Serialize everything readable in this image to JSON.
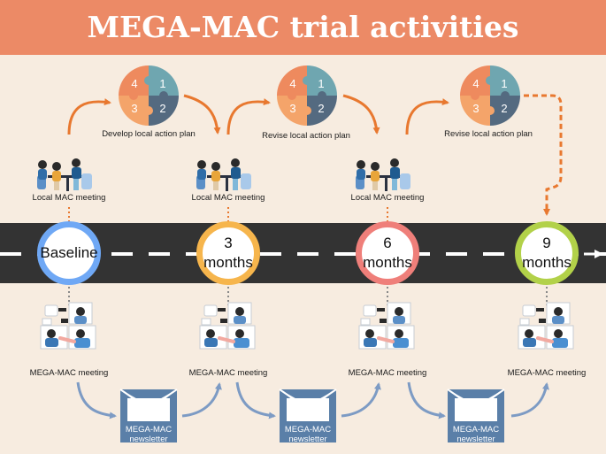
{
  "title": "MEGA-MAC trial activities",
  "milestones": {
    "baseline": {
      "line1": "Baseline",
      "color": "#6fa8f5"
    },
    "m3": {
      "line1": "3",
      "line2": "months",
      "color": "#f6b54c"
    },
    "m6": {
      "line1": "6",
      "line2": "months",
      "color": "#ef7f7a"
    },
    "m9": {
      "line1": "9",
      "line2": "months",
      "color": "#b2d149"
    }
  },
  "action_plans": [
    {
      "label": "Develop local action plan"
    },
    {
      "label": "Revise local action plan"
    },
    {
      "label": "Revise local action plan"
    }
  ],
  "puzzle_numbers": [
    "4",
    "1",
    "3",
    "2"
  ],
  "local_meetings": [
    "Local MAC meeting",
    "Local MAC meeting",
    "Local MAC meeting"
  ],
  "mega_meetings": [
    "MEGA-MAC meeting",
    "MEGA-MAC meeting",
    "MEGA-MAC meeting",
    "MEGA-MAC meeting"
  ],
  "newsletters": [
    {
      "line1": "MEGA-MAC",
      "line2": "newsletter"
    },
    {
      "line1": "MEGA-MAC",
      "line2": "newsletter"
    },
    {
      "line1": "MEGA-MAC",
      "line2": "newsletter"
    }
  ],
  "colors": {
    "puzzle_4": "#ee8a5e",
    "puzzle_1": "#6fa6b0",
    "puzzle_3": "#f4a46a",
    "puzzle_2": "#546a80",
    "arrow_orange": "#e8782f",
    "arrow_blue": "#7d9bc4",
    "envelope": "#5a7fa8"
  }
}
